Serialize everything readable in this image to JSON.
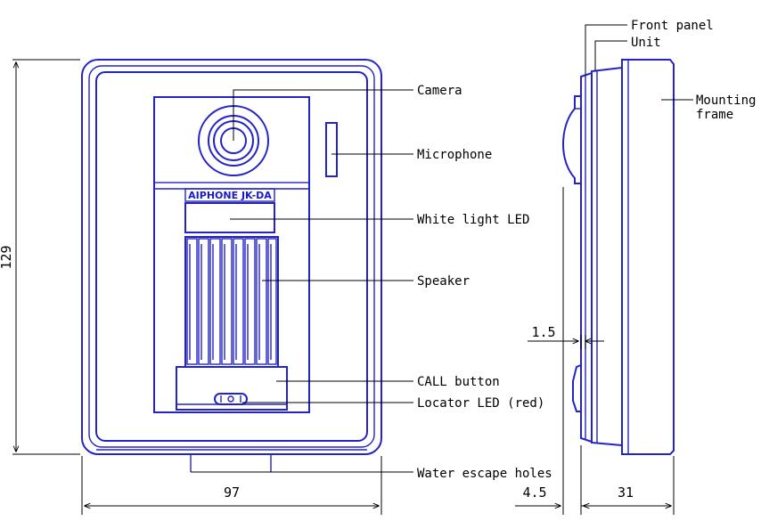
{
  "labels": {
    "front_panel": "Front panel",
    "unit": "Unit",
    "camera": "Camera",
    "mounting_frame_line1": "Mounting",
    "mounting_frame_line2": "frame",
    "microphone": "Microphone",
    "white_light_led": "White light LED",
    "speaker": "Speaker",
    "call_button": "CALL button",
    "locator_led": "Locator LED (red)",
    "water_escape_holes": "Water escape holes"
  },
  "brand": "AIPHONE JK-DA",
  "dimensions": {
    "height": "129",
    "width": "97",
    "front_panel_gap": "1.5",
    "front_depth": "4.5",
    "depth": "31"
  },
  "colors": {
    "outline": "#2323c8",
    "lines": "#000000"
  }
}
